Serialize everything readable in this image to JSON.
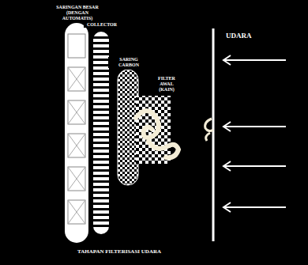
{
  "diagram": {
    "caption": "TAHAPAN FILTERISASI UDARA",
    "nodes": [
      {
        "text": [
          "SARINGAN BESAR (DENGAN AUTOMATIS)"
        ]
      },
      {
        "text": [
          "COLLECTOR"
        ]
      },
      {
        "text": [
          "SARING CARBON"
        ]
      },
      {
        "text": [
          "FILTER AWAL (KAIN)"
        ]
      }
    ],
    "labels": [
      "UDARA"
    ]
  }
}
